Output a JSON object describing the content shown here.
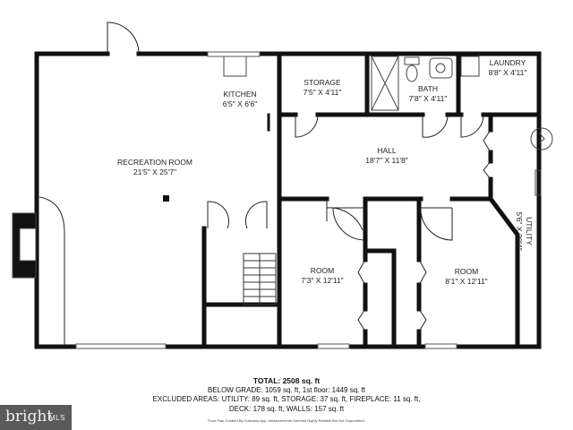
{
  "rooms": {
    "kitchen": {
      "name": "KITCHEN",
      "dims": "6'5\" X 6'6\""
    },
    "storage": {
      "name": "STORAGE",
      "dims": "7'5\" X 4'11\""
    },
    "bath": {
      "name": "BATH",
      "dims": "7'8\" X 4'11\""
    },
    "laundry": {
      "name": "LAUNDRY",
      "dims": "8'8\" X 4'11\""
    },
    "recreation": {
      "name": "RECREATION ROOM",
      "dims": "21'5\" X 25'7\""
    },
    "hall": {
      "name": "HALL",
      "dims": "18'7\" X 11'8\""
    },
    "room1": {
      "name": "ROOM",
      "dims": "7'3\" X 12'11\""
    },
    "room2": {
      "name": "ROOM",
      "dims": "8'1\" X 12'11\""
    },
    "utility": {
      "name": "UTILITY",
      "dims": "5'6\" X 20'4\""
    }
  },
  "summary": {
    "total": "TOTAL: 2508 sq. ft",
    "line1": "BELOW GRADE: 1059 sq. ft, 1st floor: 1449 sq. ft",
    "line2": "EXCLUDED AREAS: UTILITY: 89 sq. ft, STORAGE: 37 sq. ft, FIREPLACE: 11 sq. ft,",
    "line3": "DECK: 178 sq. ft, WALLS: 157 sq. ft",
    "credit": "Floor Plan Created By Cubicasa App. Measurements Deemed Highly Reliable But Not Guaranteed."
  },
  "logo": {
    "brand": "bright",
    "suffix": "MLS"
  }
}
